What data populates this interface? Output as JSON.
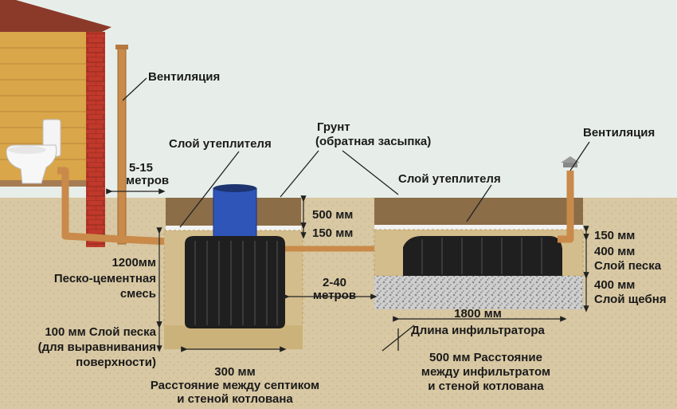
{
  "colors": {
    "sky": "#e6ede8",
    "soil": "#d7c7a1",
    "topsoil": "#8b6d48",
    "sand": "#cbb884",
    "gravel": "#c9c9c9",
    "pipe": "#c98a4a",
    "tank": "#1f1f1f",
    "hatch": "#2f55b8",
    "brick": "#c0392b",
    "wall": "#d9a64a"
  },
  "icons": [
    "toilet-icon",
    "house-wall-icon",
    "ventilation-cap-icon"
  ],
  "labels": {
    "vent_left": "Вентиляция",
    "vent_right": "Вентиляция",
    "insulation_left": "Слой утеплителя",
    "insulation_right": "Слой утеплителя",
    "soil_line1": "Грунт",
    "soil_line2": "(обратная засыпка)",
    "dist_house_line1": "5-15",
    "dist_house_line2": "метров",
    "depth_500": "500 мм",
    "depth_150_left": "150 мм",
    "depth_1200": "1200мм",
    "sand_cement_line1": "Песко-цементная",
    "sand_cement_line2": "смесь",
    "sand_bed_line1": "100 мм Слой песка",
    "sand_bed_line2": "(для выравнивания",
    "sand_bed_line3": "поверхности)",
    "dist_infil_line1": "2-40",
    "dist_infil_line2": "метров",
    "gap_300": "300 мм",
    "gap_septic_line1": "Расстояние между септиком",
    "gap_septic_line2": "и стеной котлована",
    "right_150": "150 мм",
    "right_sand_line1": "400 мм",
    "right_sand_line2": "Слой песка",
    "right_gravel_line1": "400 мм",
    "right_gravel_line2": "Слой щебня",
    "length_1800": "1800 мм",
    "length_label": "Длина инфильтратора",
    "gap_infil_line1": "500 мм Расстояние",
    "gap_infil_line2": "между инфильтратом",
    "gap_infil_line3": "и стеной котлована"
  }
}
